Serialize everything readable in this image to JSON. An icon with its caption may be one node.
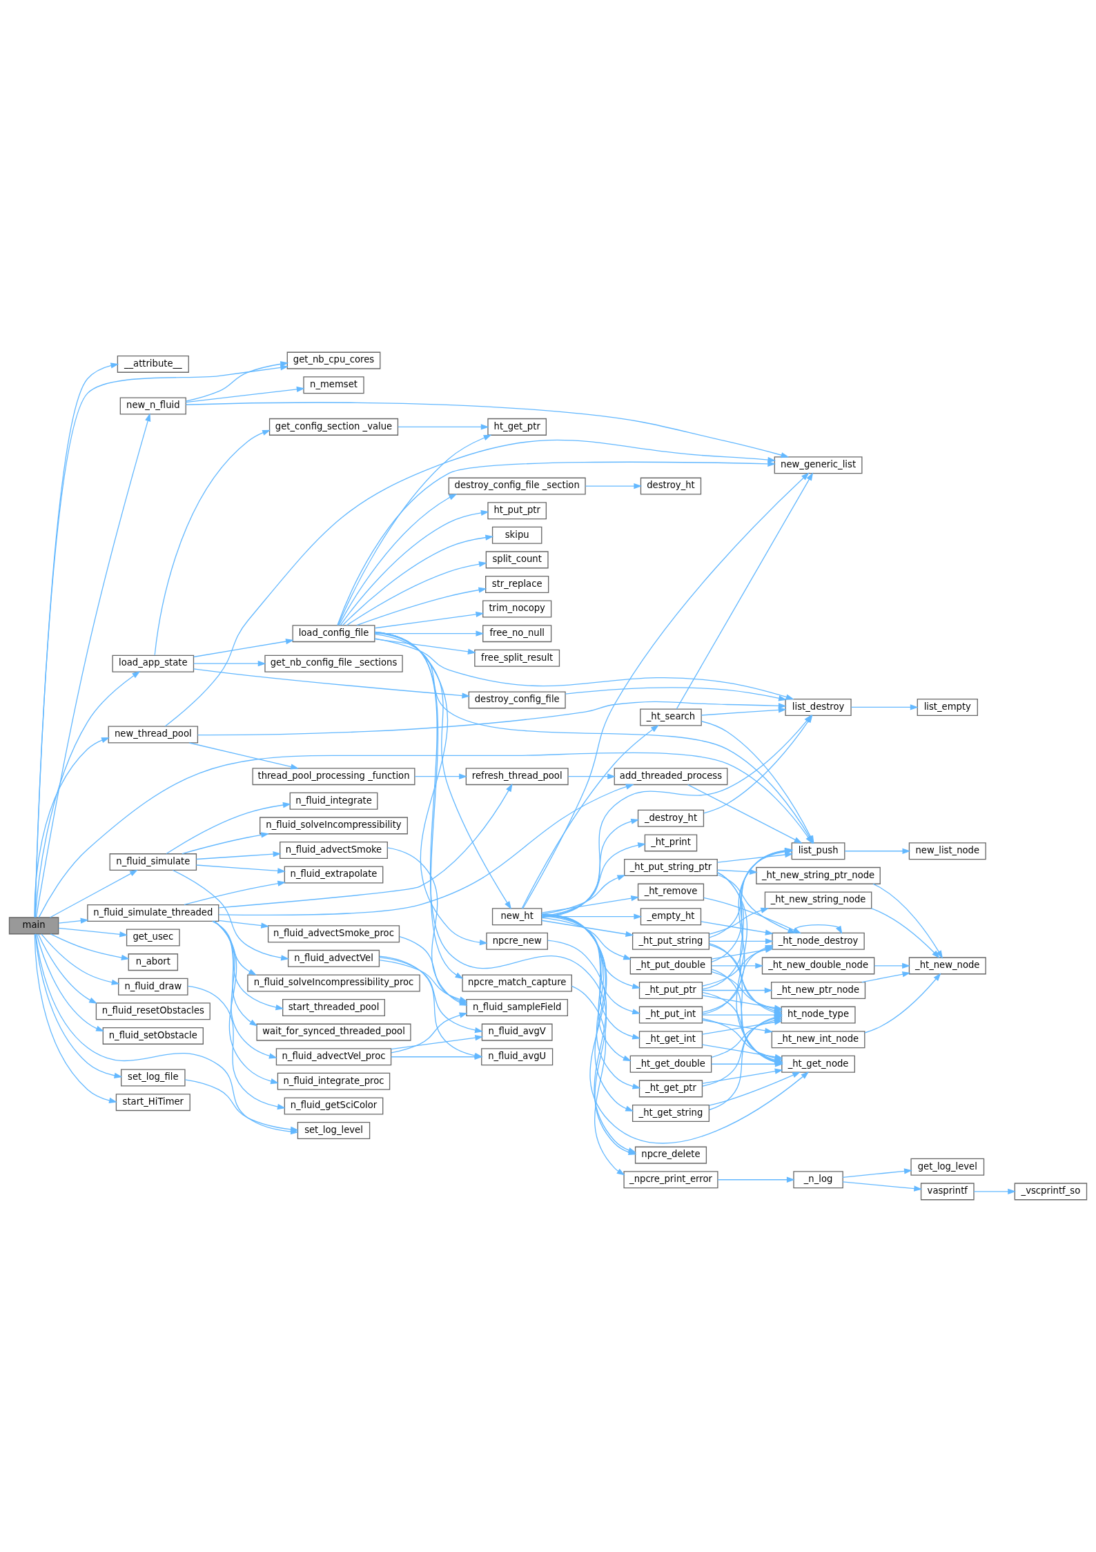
{
  "diagram": {
    "nodes": [
      {
        "text": [
          "main"
        ]
      },
      {
        "text": [
          "__attribute__"
        ]
      },
      {
        "text": [
          "new_n_fluid"
        ]
      },
      {
        "text": [
          "load_app_state"
        ]
      },
      {
        "text": [
          "new_thread_pool"
        ]
      },
      {
        "text": [
          "n_fluid_simulate"
        ]
      },
      {
        "text": [
          "n_fluid_simulate_threaded"
        ]
      },
      {
        "text": [
          "get_usec"
        ]
      },
      {
        "text": [
          "n_abort"
        ]
      },
      {
        "text": [
          "n_fluid_draw"
        ]
      },
      {
        "text": [
          "n_fluid_resetObstacles"
        ]
      },
      {
        "text": [
          "n_fluid_setObstacle"
        ]
      },
      {
        "text": [
          "set_log_file"
        ]
      },
      {
        "text": [
          "start_HiTimer"
        ]
      },
      {
        "text": [
          "get_nb_cpu_cores"
        ]
      },
      {
        "text": [
          "n_memset"
        ]
      },
      {
        "text": [
          "load_config_file"
        ]
      },
      {
        "text": [
          "get_nb_config_file _sections"
        ]
      },
      {
        "text": [
          "get_config_section _value"
        ]
      },
      {
        "text": [
          "thread_pool_processing _function"
        ]
      },
      {
        "text": [
          "n_fluid_integrate"
        ]
      },
      {
        "text": [
          "n_fluid_solveIncompressibility"
        ]
      },
      {
        "text": [
          "npcre_new"
        ]
      },
      {
        "text": [
          "ht_put_ptr"
        ]
      },
      {
        "text": [
          "new_ht"
        ]
      },
      {
        "text": [
          "skipu"
        ]
      },
      {
        "text": [
          "split_count"
        ]
      },
      {
        "text": [
          "str_replace"
        ]
      },
      {
        "text": [
          "trim_nocopy"
        ]
      },
      {
        "text": [
          "free_no_null"
        ]
      },
      {
        "text": [
          "free_split_result"
        ]
      },
      {
        "text": [
          "destroy_config_file _section"
        ]
      },
      {
        "text": [
          "npcre_match_capture"
        ]
      },
      {
        "text": [
          "ht_get_ptr"
        ]
      },
      {
        "text": [
          "refresh_thread_pool"
        ]
      },
      {
        "text": [
          "destroy_config_file"
        ]
      },
      {
        "text": [
          "n_fluid_advectVel"
        ]
      },
      {
        "text": [
          "n_fluid_extrapolate"
        ]
      },
      {
        "text": [
          "n_fluid_advectVel_proc"
        ]
      },
      {
        "text": [
          "n_fluid_advectSmoke"
        ]
      },
      {
        "text": [
          "n_fluid_solveIncompressibility_proc"
        ]
      },
      {
        "text": [
          "start_threaded_pool"
        ]
      },
      {
        "text": [
          "n_fluid_advectSmoke_proc"
        ]
      },
      {
        "text": [
          "wait_for_synced_threaded_pool"
        ]
      },
      {
        "text": [
          "n_fluid_integrate_proc"
        ]
      },
      {
        "text": [
          "n_fluid_getSciColor"
        ]
      },
      {
        "text": [
          "set_log_level"
        ]
      },
      {
        "text": [
          "npcre_delete"
        ]
      },
      {
        "text": [
          "_ht_get_double"
        ]
      },
      {
        "text": [
          "_ht_get_ptr"
        ]
      },
      {
        "text": [
          "_ht_get_string"
        ]
      },
      {
        "text": [
          "_ht_print"
        ]
      },
      {
        "text": [
          "_ht_get_int"
        ]
      },
      {
        "text": [
          "_ht_put_ptr"
        ]
      },
      {
        "text": [
          "_ht_put_double"
        ]
      },
      {
        "text": [
          "_ht_put_int"
        ]
      },
      {
        "text": [
          "_ht_put_string_ptr"
        ]
      },
      {
        "text": [
          "_empty_ht"
        ]
      },
      {
        "text": [
          "_ht_remove"
        ]
      },
      {
        "text": [
          "_ht_put_string"
        ]
      },
      {
        "text": [
          "_ht_search"
        ]
      },
      {
        "text": [
          "_destroy_ht"
        ]
      },
      {
        "text": [
          "destroy_ht"
        ]
      },
      {
        "text": [
          "_npcre_print_error"
        ]
      },
      {
        "text": [
          "add_threaded_process"
        ]
      },
      {
        "text": [
          "n_fluid_avgV"
        ]
      },
      {
        "text": [
          "n_fluid_avgU"
        ]
      },
      {
        "text": [
          "n_fluid_sampleField"
        ]
      },
      {
        "text": [
          "_ht_get_node"
        ]
      },
      {
        "text": [
          "_ht_new_ptr_node"
        ]
      },
      {
        "text": [
          "ht_node_type"
        ]
      },
      {
        "text": [
          "_ht_new_double_node"
        ]
      },
      {
        "text": [
          "_ht_new_int_node"
        ]
      },
      {
        "text": [
          "_ht_node_destroy"
        ]
      },
      {
        "text": [
          "_ht_new_string_ptr_node"
        ]
      },
      {
        "text": [
          "_ht_new_string_node"
        ]
      },
      {
        "text": [
          "list_push"
        ]
      },
      {
        "text": [
          "new_generic_list"
        ]
      },
      {
        "text": [
          "list_destroy"
        ]
      },
      {
        "text": [
          "_n_log"
        ]
      },
      {
        "text": [
          "_ht_new_node"
        ]
      },
      {
        "text": [
          "new_list_node"
        ]
      },
      {
        "text": [
          "list_empty"
        ]
      },
      {
        "text": [
          "vasprintf"
        ]
      },
      {
        "text": [
          "get_log_level"
        ]
      },
      {
        "text": [
          "_vscprintf_so"
        ]
      }
    ],
    "edges": [
      {
        "from": 0,
        "to": 1,
        "arrow": "to"
      },
      {
        "from": 0,
        "to": 76,
        "arrow": "to"
      },
      {
        "from": 0,
        "to": 14,
        "arrow": "to"
      },
      {
        "from": 0,
        "to": 2,
        "arrow": "to"
      },
      {
        "from": 0,
        "to": 3,
        "arrow": "to"
      },
      {
        "from": 0,
        "to": 4,
        "arrow": "to"
      },
      {
        "from": 0,
        "to": 5,
        "arrow": "to"
      },
      {
        "from": 0,
        "to": 6,
        "arrow": "to"
      },
      {
        "from": 0,
        "to": 7,
        "arrow": "to"
      },
      {
        "from": 0,
        "to": 8,
        "arrow": "to"
      },
      {
        "from": 0,
        "to": 9,
        "arrow": "to"
      },
      {
        "from": 0,
        "to": 10,
        "arrow": "to"
      },
      {
        "from": 0,
        "to": 11,
        "arrow": "to"
      },
      {
        "from": 0,
        "to": 46,
        "arrow": "to"
      },
      {
        "from": 0,
        "to": 12,
        "arrow": "to"
      },
      {
        "from": 0,
        "to": 13,
        "arrow": "to"
      },
      {
        "from": 2,
        "to": 14,
        "arrow": "to"
      },
      {
        "from": 2,
        "to": 15,
        "arrow": "to"
      },
      {
        "from": 2,
        "to": 77,
        "arrow": "to"
      },
      {
        "from": 3,
        "to": 16,
        "arrow": "to"
      },
      {
        "from": 3,
        "to": 17,
        "arrow": "to"
      },
      {
        "from": 3,
        "to": 18,
        "arrow": "to"
      },
      {
        "from": 3,
        "to": 35,
        "arrow": "to"
      },
      {
        "from": 4,
        "to": 19,
        "arrow": "to"
      },
      {
        "from": 4,
        "to": 77,
        "arrow": "to"
      },
      {
        "from": 4,
        "to": 78,
        "arrow": "to"
      },
      {
        "from": 5,
        "to": 20,
        "arrow": "to"
      },
      {
        "from": 5,
        "to": 21,
        "arrow": "to"
      },
      {
        "from": 5,
        "to": 36,
        "arrow": "to"
      },
      {
        "from": 5,
        "to": 37,
        "arrow": "to"
      },
      {
        "from": 5,
        "to": 39,
        "arrow": "to"
      },
      {
        "from": 6,
        "to": 34,
        "arrow": "to"
      },
      {
        "from": 6,
        "to": 64,
        "arrow": "to"
      },
      {
        "from": 6,
        "to": 37,
        "arrow": "to"
      },
      {
        "from": 6,
        "to": 38,
        "arrow": "to"
      },
      {
        "from": 6,
        "to": 40,
        "arrow": "to"
      },
      {
        "from": 6,
        "to": 41,
        "arrow": "to"
      },
      {
        "from": 6,
        "to": 42,
        "arrow": "to"
      },
      {
        "from": 6,
        "to": 43,
        "arrow": "to"
      },
      {
        "from": 6,
        "to": 44,
        "arrow": "to"
      },
      {
        "from": 9,
        "to": 45,
        "arrow": "to"
      },
      {
        "from": 12,
        "to": 46,
        "arrow": "to"
      },
      {
        "from": 16,
        "to": 22,
        "arrow": "to"
      },
      {
        "from": 16,
        "to": 47,
        "arrow": "to"
      },
      {
        "from": 16,
        "to": 23,
        "arrow": "to"
      },
      {
        "from": 16,
        "to": 24,
        "arrow": "to"
      },
      {
        "from": 16,
        "to": 76,
        "arrow": "to"
      },
      {
        "from": 16,
        "to": 25,
        "arrow": "to"
      },
      {
        "from": 16,
        "to": 26,
        "arrow": "to"
      },
      {
        "from": 16,
        "to": 27,
        "arrow": "to"
      },
      {
        "from": 16,
        "to": 28,
        "arrow": "to"
      },
      {
        "from": 16,
        "to": 29,
        "arrow": "to"
      },
      {
        "from": 16,
        "to": 30,
        "arrow": "to"
      },
      {
        "from": 16,
        "to": 77,
        "arrow": "to"
      },
      {
        "from": 16,
        "to": 31,
        "arrow": "to"
      },
      {
        "from": 16,
        "to": 78,
        "arrow": "to"
      },
      {
        "from": 16,
        "to": 32,
        "arrow": "to"
      },
      {
        "from": 16,
        "to": 33,
        "arrow": "to"
      },
      {
        "from": 18,
        "to": 33,
        "arrow": "to"
      },
      {
        "from": 19,
        "to": 34,
        "arrow": "to"
      },
      {
        "from": 22,
        "to": 47,
        "arrow": "to"
      },
      {
        "from": 24,
        "to": 68,
        "arrow": "to"
      },
      {
        "from": 24,
        "to": 48,
        "arrow": "to"
      },
      {
        "from": 24,
        "to": 49,
        "arrow": "to"
      },
      {
        "from": 24,
        "to": 50,
        "arrow": "to"
      },
      {
        "from": 24,
        "to": 51,
        "arrow": "to"
      },
      {
        "from": 24,
        "to": 52,
        "arrow": "to"
      },
      {
        "from": 24,
        "to": 53,
        "arrow": "to"
      },
      {
        "from": 24,
        "to": 54,
        "arrow": "to"
      },
      {
        "from": 24,
        "to": 55,
        "arrow": "to"
      },
      {
        "from": 24,
        "to": 56,
        "arrow": "to"
      },
      {
        "from": 24,
        "to": 57,
        "arrow": "to"
      },
      {
        "from": 24,
        "to": 58,
        "arrow": "to"
      },
      {
        "from": 24,
        "to": 59,
        "arrow": "to"
      },
      {
        "from": 24,
        "to": 60,
        "arrow": "to"
      },
      {
        "from": 24,
        "to": 61,
        "arrow": "to"
      },
      {
        "from": 24,
        "to": 77,
        "arrow": "to"
      },
      {
        "from": 24,
        "to": 78,
        "arrow": "to"
      },
      {
        "from": 31,
        "to": 62,
        "arrow": "to"
      },
      {
        "from": 32,
        "to": 63,
        "arrow": "to"
      },
      {
        "from": 34,
        "to": 64,
        "arrow": "to"
      },
      {
        "from": 35,
        "to": 78,
        "arrow": "to"
      },
      {
        "from": 36,
        "to": 65,
        "arrow": "to"
      },
      {
        "from": 36,
        "to": 66,
        "arrow": "to"
      },
      {
        "from": 36,
        "to": 67,
        "arrow": "to"
      },
      {
        "from": 38,
        "to": 65,
        "arrow": "to"
      },
      {
        "from": 38,
        "to": 66,
        "arrow": "to"
      },
      {
        "from": 38,
        "to": 67,
        "arrow": "to"
      },
      {
        "from": 39,
        "to": 67,
        "arrow": "to"
      },
      {
        "from": 42,
        "to": 67,
        "arrow": "to"
      },
      {
        "from": 48,
        "to": 68,
        "arrow": "to"
      },
      {
        "from": 48,
        "to": 70,
        "arrow": "to"
      },
      {
        "from": 49,
        "to": 68,
        "arrow": "to"
      },
      {
        "from": 49,
        "to": 70,
        "arrow": "to"
      },
      {
        "from": 50,
        "to": 68,
        "arrow": "to"
      },
      {
        "from": 50,
        "to": 70,
        "arrow": "to"
      },
      {
        "from": 52,
        "to": 68,
        "arrow": "to"
      },
      {
        "from": 52,
        "to": 70,
        "arrow": "to"
      },
      {
        "from": 53,
        "to": 68,
        "arrow": "to"
      },
      {
        "from": 53,
        "to": 69,
        "arrow": "to"
      },
      {
        "from": 53,
        "to": 70,
        "arrow": "to"
      },
      {
        "from": 53,
        "to": 73,
        "arrow": "to"
      },
      {
        "from": 53,
        "to": 76,
        "arrow": "to"
      },
      {
        "from": 54,
        "to": 68,
        "arrow": "to"
      },
      {
        "from": 54,
        "to": 70,
        "arrow": "to"
      },
      {
        "from": 54,
        "to": 71,
        "arrow": "to"
      },
      {
        "from": 54,
        "to": 73,
        "arrow": "to"
      },
      {
        "from": 54,
        "to": 76,
        "arrow": "to"
      },
      {
        "from": 55,
        "to": 68,
        "arrow": "to"
      },
      {
        "from": 55,
        "to": 70,
        "arrow": "to"
      },
      {
        "from": 55,
        "to": 72,
        "arrow": "to"
      },
      {
        "from": 55,
        "to": 73,
        "arrow": "to"
      },
      {
        "from": 55,
        "to": 76,
        "arrow": "to"
      },
      {
        "from": 56,
        "to": 68,
        "arrow": "to"
      },
      {
        "from": 56,
        "to": 70,
        "arrow": "to"
      },
      {
        "from": 56,
        "to": 73,
        "arrow": "to"
      },
      {
        "from": 56,
        "to": 74,
        "arrow": "to"
      },
      {
        "from": 56,
        "to": 76,
        "arrow": "to"
      },
      {
        "from": 57,
        "to": 73,
        "arrow": "to"
      },
      {
        "from": 58,
        "to": 73,
        "arrow": "to"
      },
      {
        "from": 59,
        "to": 68,
        "arrow": "to"
      },
      {
        "from": 59,
        "to": 70,
        "arrow": "to"
      },
      {
        "from": 59,
        "to": 73,
        "arrow": "to"
      },
      {
        "from": 59,
        "to": 75,
        "arrow": "to"
      },
      {
        "from": 59,
        "to": 76,
        "arrow": "to"
      },
      {
        "from": 60,
        "to": 76,
        "arrow": "to"
      },
      {
        "from": 60,
        "to": 77,
        "arrow": "to"
      },
      {
        "from": 60,
        "to": 78,
        "arrow": "to"
      },
      {
        "from": 61,
        "to": 78,
        "arrow": "to"
      },
      {
        "from": 63,
        "to": 79,
        "arrow": "to"
      },
      {
        "from": 64,
        "to": 76,
        "arrow": "to"
      },
      {
        "from": 69,
        "to": 80,
        "arrow": "to"
      },
      {
        "from": 71,
        "to": 80,
        "arrow": "to"
      },
      {
        "from": 72,
        "to": 80,
        "arrow": "to"
      },
      {
        "from": 73,
        "to": 73,
        "arrow": "to"
      },
      {
        "from": 74,
        "to": 80,
        "arrow": "to"
      },
      {
        "from": 75,
        "to": 80,
        "arrow": "to"
      },
      {
        "from": 76,
        "to": 81,
        "arrow": "to"
      },
      {
        "from": 78,
        "to": 82,
        "arrow": "to"
      },
      {
        "from": 79,
        "to": 83,
        "arrow": "to"
      },
      {
        "from": 79,
        "to": 84,
        "arrow": "to"
      },
      {
        "from": 83,
        "to": 85,
        "arrow": "to"
      }
    ]
  }
}
